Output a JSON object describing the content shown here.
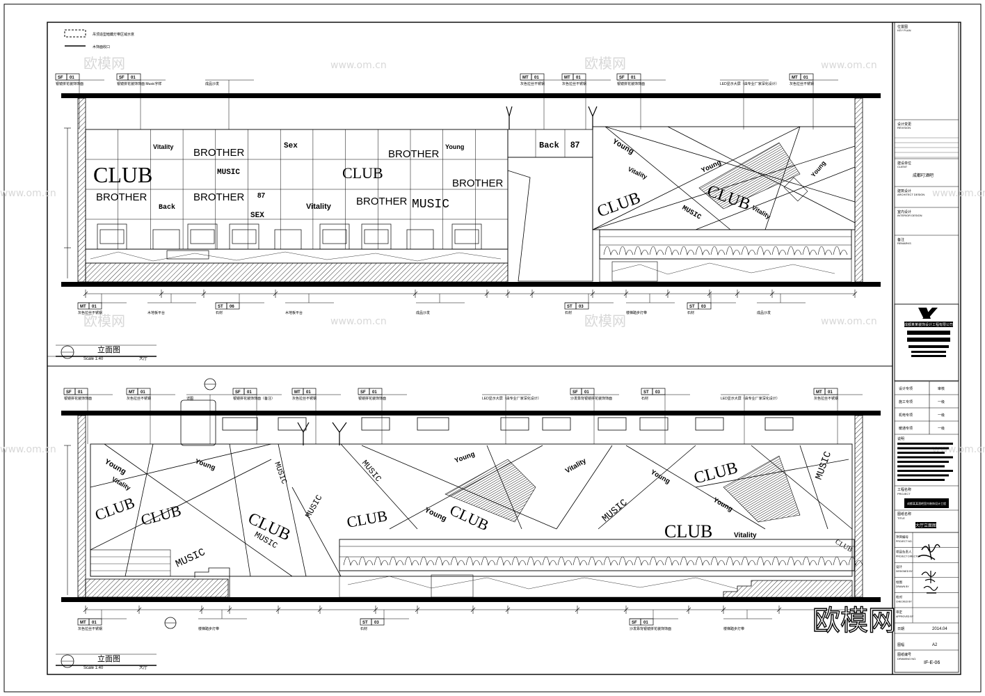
{
  "legend": {
    "item1": "吊顶造型暗藏灯带区域示意",
    "item2": "木饰面收口"
  },
  "elevation_top": {
    "title": "立面图",
    "scale": "Scale 1:40",
    "sub": "大厅",
    "top_tags": [
      {
        "code": "SF",
        "num": "01",
        "note": "银镜拼花装饰饰面"
      },
      {
        "code": "SF",
        "num": "01",
        "note": "银镜拼花装饰饰面 Music字样"
      },
      {
        "code": "",
        "num": "",
        "note": "成品沙发"
      },
      {
        "code": "MT",
        "num": "01",
        "note": "灰色拉丝不锈钢"
      },
      {
        "code": "MT",
        "num": "01",
        "note": "灰色拉丝不锈钢"
      },
      {
        "code": "SF",
        "num": "01",
        "note": "银镜拼花装饰饰面"
      },
      {
        "code": "",
        "num": "",
        "note": "LED显示大屏（由专业厂家深化设计）"
      },
      {
        "code": "MT",
        "num": "01",
        "note": "灰色拉丝不锈钢"
      }
    ],
    "bottom_tags": [
      {
        "code": "MT",
        "num": "01",
        "note": "灰色拉丝不锈钢"
      },
      {
        "code": "",
        "num": "",
        "note": "木地板平台"
      },
      {
        "code": "ST",
        "num": "06",
        "note": "石材"
      },
      {
        "code": "",
        "num": "",
        "note": "木地板平台"
      },
      {
        "code": "",
        "num": "",
        "note": "成品沙发"
      },
      {
        "code": "ST",
        "num": "03",
        "note": "石材"
      },
      {
        "code": "",
        "num": "",
        "note": "楼梯踏步灯带"
      },
      {
        "code": "ST",
        "num": "03",
        "note": "石材"
      },
      {
        "code": "",
        "num": "",
        "note": "成品沙发"
      }
    ],
    "words": [
      "Vitality",
      "BROTHER",
      "Sex",
      "BROTHER",
      "Young",
      "CLUB",
      "BROTHER",
      "MUSIC",
      "CLUB",
      "BROTHER",
      "BROTHER",
      "Vitality",
      "BROTHER",
      "MUSIC",
      "Back",
      "87",
      "Young",
      "Vitality",
      "Young",
      "CLUB",
      "MUSIC",
      "CLUB",
      "Young",
      "Vitality",
      "87",
      "SEX",
      "Back"
    ]
  },
  "elevation_bottom": {
    "title": "立面图",
    "scale": "Scale 1:40",
    "sub": "大厅",
    "top_tags": [
      {
        "code": "SF",
        "num": "01",
        "note": "银镜拼花装饰饰面"
      },
      {
        "code": "MT",
        "num": "01",
        "note": "灰色拉丝不锈钢"
      },
      {
        "code": "",
        "num": "",
        "note": "详图"
      },
      {
        "code": "SF",
        "num": "01",
        "note": "银镜拼花装饰饰面（备注）"
      },
      {
        "code": "MT",
        "num": "01",
        "note": "灰色拉丝不锈钢"
      },
      {
        "code": "SF",
        "num": "01",
        "note": "银镜拼花装饰饰面"
      },
      {
        "code": "",
        "num": "",
        "note": "LED显示大屏（由专业厂家深化设计）"
      },
      {
        "code": "SF",
        "num": "01",
        "note": "沙发靠背银镜拼花装饰饰面"
      },
      {
        "code": "ST",
        "num": "03",
        "note": "石材"
      },
      {
        "code": "",
        "num": "",
        "note": "LED显示大屏（由专业厂家深化设计）"
      },
      {
        "code": "MT",
        "num": "01",
        "note": "灰色拉丝不锈钢"
      }
    ],
    "bottom_tags": [
      {
        "code": "MT",
        "num": "01",
        "note": "灰色拉丝不锈钢"
      },
      {
        "code": "",
        "num": "",
        "note": "楼梯踏步灯带"
      },
      {
        "code": "ST",
        "num": "03",
        "note": "石材"
      },
      {
        "code": "SF",
        "num": "01",
        "note": "沙发靠背银镜拼花装饰饰面"
      },
      {
        "code": "",
        "num": "",
        "note": "楼梯踏步灯带"
      }
    ],
    "words": [
      "CLUB",
      "Young",
      "Vitality",
      "CLUB",
      "MUSIC",
      "CLUB",
      "MUSIC",
      "Young",
      "MUSIC",
      "CLUB",
      "Young",
      "MUSIC",
      "CLUB",
      "Vitality",
      "Young",
      "CLUB",
      "CLUB",
      "Young",
      "MUSIC",
      "Vitality",
      "Young",
      "MUSIC",
      "CLUB",
      "MUSIC"
    ]
  },
  "title_block": {
    "rows_top": [
      {
        "label": "位置图",
        "sub": "KEY PLAN"
      },
      {
        "label": "设计变更",
        "sub": "REVISION"
      },
      {
        "label": "建设单位",
        "sub": "CLIENT",
        "value": "成都叮酒吧"
      },
      {
        "label": "建筑设计",
        "sub": "ARCHITECT DESIGN"
      },
      {
        "label": "室内设计",
        "sub": "INTERIOR DESIGN"
      },
      {
        "label": "备注",
        "sub": "REMARKS"
      }
    ],
    "company": "成都某某装饰设计工程有限公司",
    "sign_rows": [
      {
        "label": "设计专项",
        "value": "审核"
      },
      {
        "label": "施工专项",
        "value": "一级"
      },
      {
        "label": "机电专项",
        "value": "一级"
      },
      {
        "label": "暖通专项",
        "value": "一级"
      }
    ],
    "notes_label": "说明",
    "project_label": "工程名称",
    "project_sub": "PROJECT",
    "project_value": "成都某某酒吧室内装饰设计工程",
    "drawing_title_label": "图纸名称",
    "drawing_title_sub": "TITLE",
    "drawing_title": "大厅立面图",
    "rows_bottom": [
      {
        "label": "项目编号",
        "sub": "PROJECT NO."
      },
      {
        "label": "项目负责人",
        "sub": "PROJECT DIRECTOR"
      },
      {
        "label": "设计",
        "sub": "DESIGNED BY"
      },
      {
        "label": "绘图",
        "sub": "DRAWN BY"
      },
      {
        "label": "校对",
        "sub": "CHECKED BY"
      },
      {
        "label": "审定",
        "sub": "APPROVED BY"
      }
    ],
    "date_label": "日期",
    "date_value": "2014.04",
    "scale_label": "图幅",
    "scale_value": "A2",
    "number_label": "图纸编号",
    "number_sub": "DRAWING NO.",
    "number_value": "IF-E-06"
  },
  "watermark": {
    "text": "欧模网",
    "url": "www.om.cn"
  },
  "colors": {
    "line": "#000000",
    "watermark": "#d6d6d6",
    "paper": "#ffffff"
  }
}
